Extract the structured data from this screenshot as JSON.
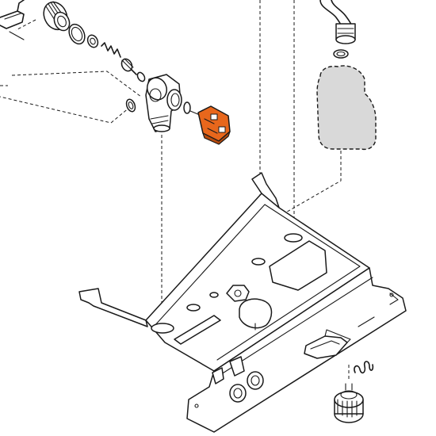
{
  "diagram": {
    "type": "exploded-parts-view",
    "colors": {
      "line": "#1a1a1a",
      "background": "#ffffff",
      "highlight": "#e8671c",
      "highlight_dark": "#b84a0c",
      "ghost_fill": "#d9d9d9"
    },
    "parts": [
      {
        "id": "bracket-clip",
        "icon": "bracket-clip-icon"
      },
      {
        "id": "threaded-nut",
        "icon": "threaded-nut-icon"
      },
      {
        "id": "o-ring-large",
        "icon": "o-ring-icon"
      },
      {
        "id": "washer-small",
        "icon": "washer-icon"
      },
      {
        "id": "spring",
        "icon": "spring-icon"
      },
      {
        "id": "valve-stem",
        "icon": "valve-stem-icon"
      },
      {
        "id": "o-ring-small",
        "icon": "o-ring-icon"
      },
      {
        "id": "elbow-valve-body",
        "icon": "valve-body-icon"
      },
      {
        "id": "side-o-ring",
        "icon": "o-ring-icon"
      },
      {
        "id": "highlighted-cartridge",
        "icon": "cartridge-icon",
        "highlighted": true
      },
      {
        "id": "curved-pipe",
        "icon": "pipe-icon"
      },
      {
        "id": "pipe-o-ring",
        "icon": "o-ring-icon"
      },
      {
        "id": "ghost-component",
        "icon": "ghost-component-icon"
      },
      {
        "id": "base-plate",
        "icon": "base-plate-icon"
      },
      {
        "id": "small-spring",
        "icon": "spring-icon"
      },
      {
        "id": "drain-cap",
        "icon": "cap-icon"
      }
    ]
  }
}
